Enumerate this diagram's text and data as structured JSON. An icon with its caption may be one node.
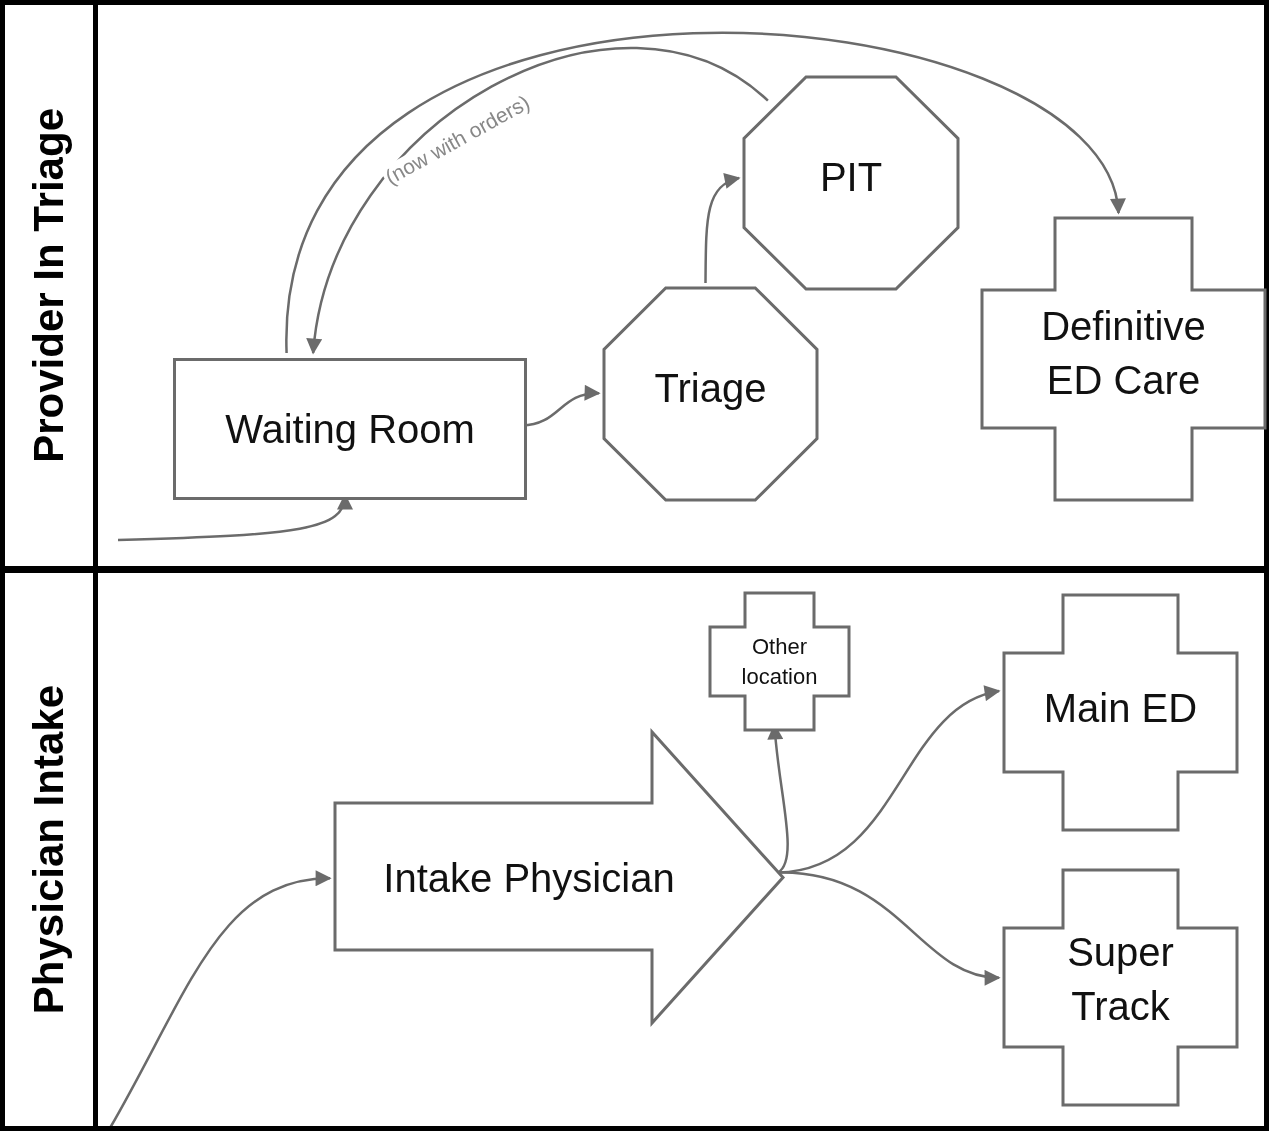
{
  "diagram": {
    "nodes": [
      {
        "text": [
          "Provider In Triage"
        ]
      },
      {
        "text": [
          "Waiting Room"
        ],
        "in": 0
      },
      {
        "text": [
          "Triage"
        ],
        "in": 0
      },
      {
        "text": [
          "PIT"
        ],
        "in": 0
      },
      {
        "text": [
          "Definitive ED Care"
        ],
        "in": 0
      },
      {
        "text": [
          "Physician Intake"
        ]
      },
      {
        "text": [
          "Intake Physician"
        ],
        "in": 5
      },
      {
        "text": [
          "Other location"
        ],
        "in": 5
      },
      {
        "text": [
          "Main ED"
        ],
        "in": 5
      },
      {
        "text": [
          "Super Track"
        ],
        "in": 5
      }
    ],
    "edges": [
      {
        "from": null,
        "to": 1,
        "arrow": "to"
      },
      {
        "from": 1,
        "to": 2,
        "arrow": "to"
      },
      {
        "from": 2,
        "to": 3,
        "arrow": "to"
      },
      {
        "from": 3,
        "to": 1,
        "arrow": "to",
        "label": "(now with orders)"
      },
      {
        "from": 1,
        "to": 4,
        "arrow": "to"
      },
      {
        "from": null,
        "to": 6,
        "arrow": "to"
      },
      {
        "from": 6,
        "to": 7,
        "arrow": "to"
      },
      {
        "from": 6,
        "to": 8,
        "arrow": "to"
      },
      {
        "from": 6,
        "to": 9,
        "arrow": "to"
      }
    ]
  }
}
